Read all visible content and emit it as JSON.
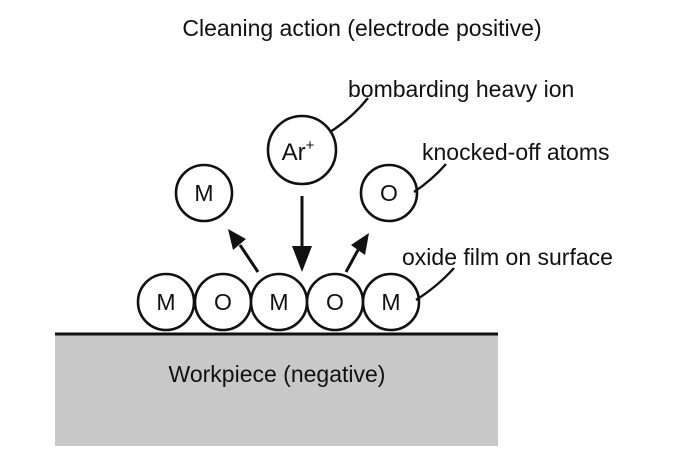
{
  "title": "Cleaning action (electrode positive)",
  "labels": {
    "bombarding": "bombarding heavy ion",
    "knocked": "knocked-off atoms",
    "oxide": "oxide film on surface",
    "workpiece": "Workpiece (negative)"
  },
  "ion": {
    "symbol": "Ar",
    "charge": "+"
  },
  "knocked_atoms": [
    "M",
    "O"
  ],
  "surface_atoms": [
    "M",
    "O",
    "M",
    "O",
    "M"
  ],
  "colors": {
    "workpiece_fill": "#c8c8c8",
    "line": "#111111",
    "background": "#ffffff"
  }
}
